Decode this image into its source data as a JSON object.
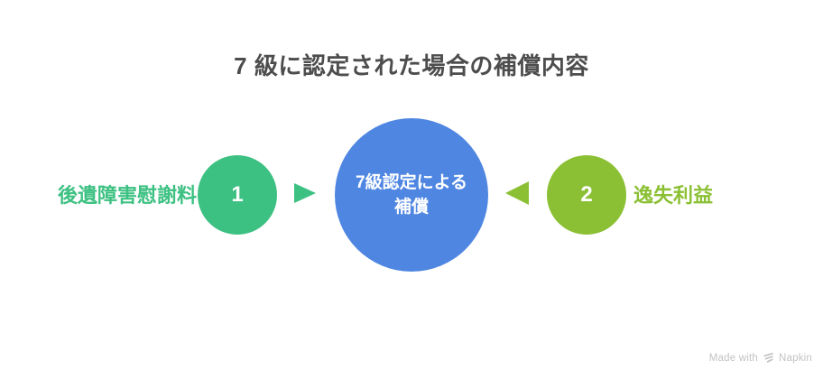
{
  "title": "7 級に認定された場合の補償内容",
  "center_node": {
    "line1": "7級認定による",
    "line2": "補償",
    "color": "#4E86E2"
  },
  "items": [
    {
      "number": "1",
      "label": "後遺障害慰謝料",
      "color": "#3DC182",
      "arrow_icon": "triangle-right-icon"
    },
    {
      "number": "2",
      "label": "逸失利益",
      "color": "#8BC034",
      "arrow_icon": "triangle-left-icon"
    }
  ],
  "watermark": {
    "prefix": "Made with",
    "brand": "Napkin",
    "logo_icon": "napkin-logo-icon",
    "color": "#C3C3C3"
  },
  "colors": {
    "background": "#FFFFFF",
    "title_text": "#4D4D4D",
    "blue": "#4E86E2",
    "green": "#3DC182",
    "yellow_green": "#8BC034",
    "node_text": "#FFFFFF"
  }
}
